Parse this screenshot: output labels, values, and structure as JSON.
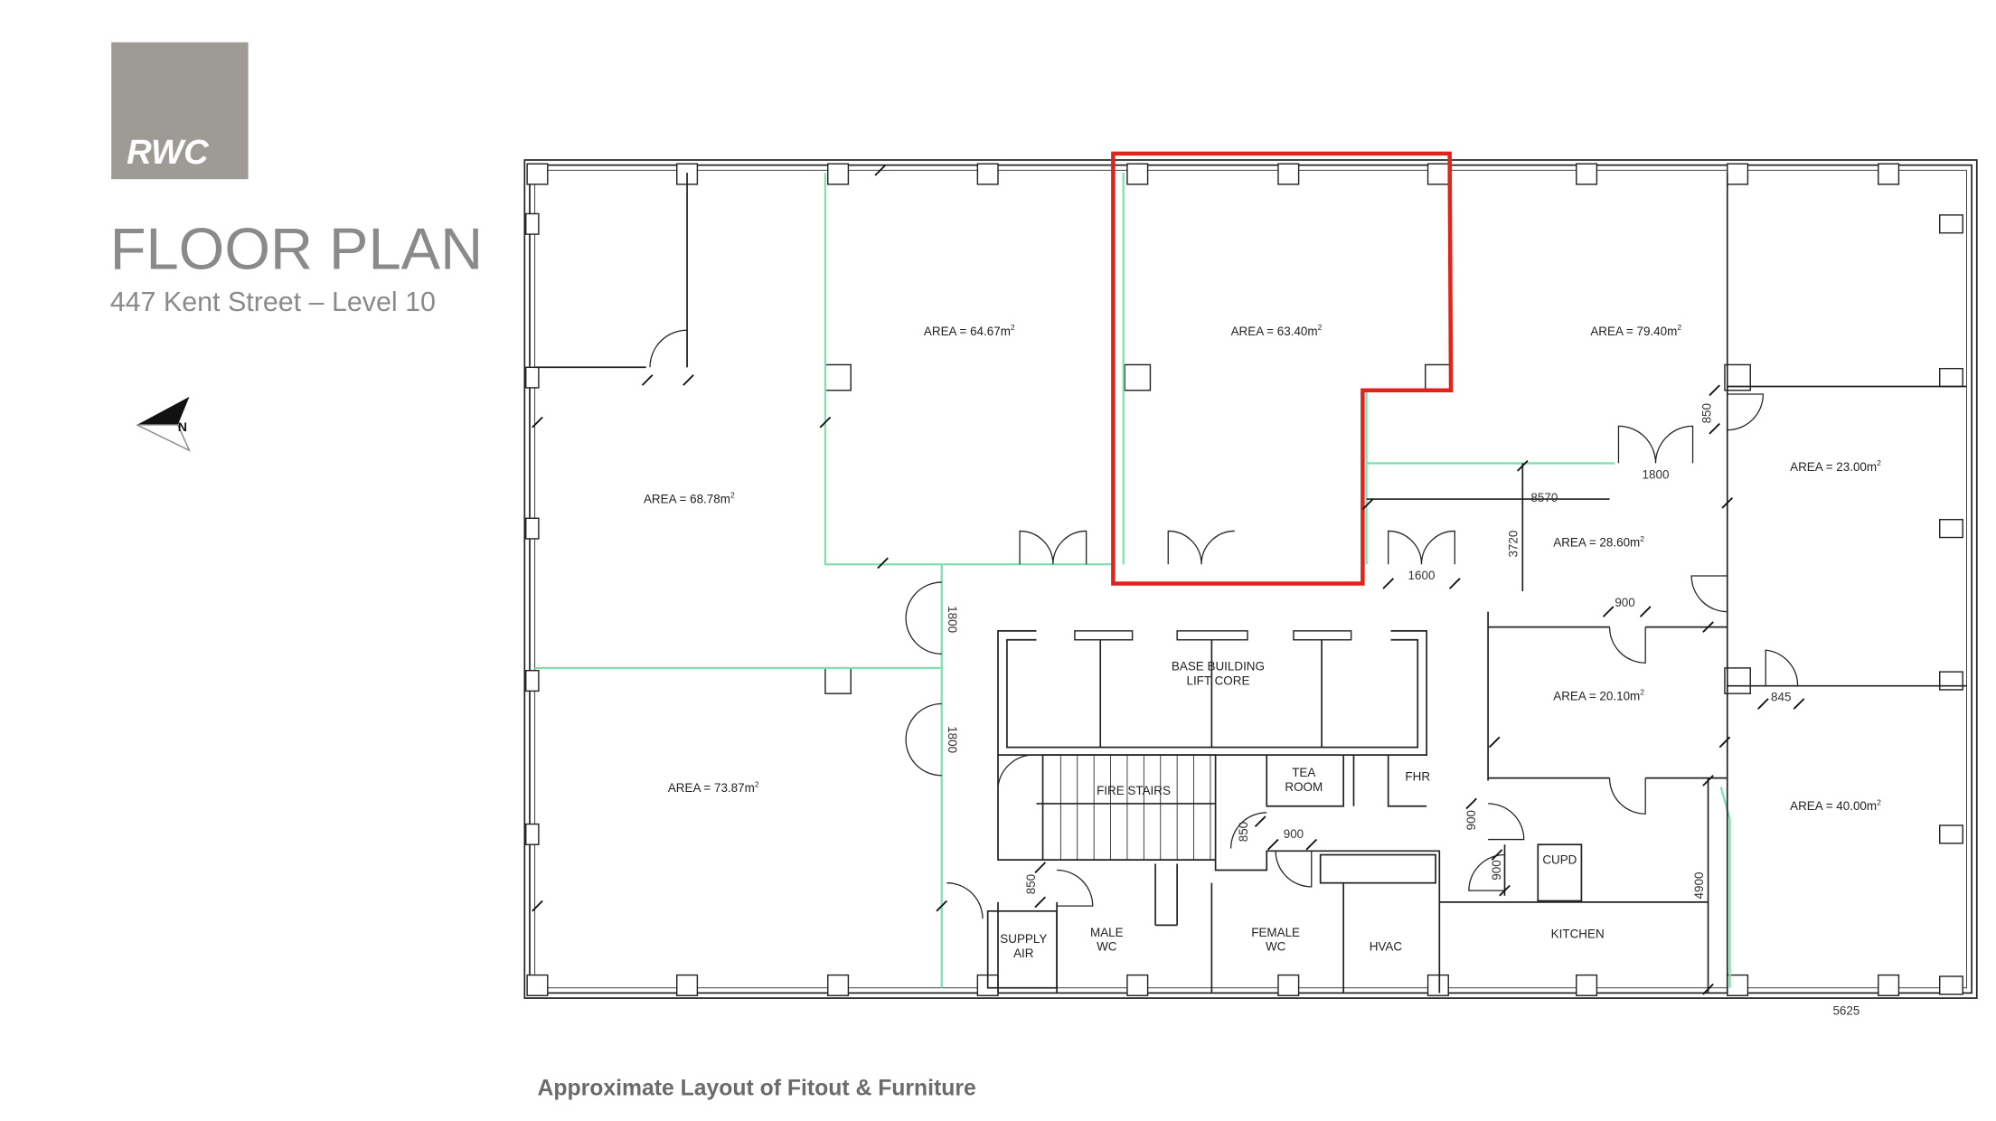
{
  "logo": {
    "text": "RWC",
    "color": "#9e9b97"
  },
  "header": {
    "title": "FLOOR PLAN",
    "subtitle": "447 Kent Street – Level 10"
  },
  "north_arrow": {
    "label": "N"
  },
  "colors": {
    "highlight": "#e0241b",
    "partition": "#7fe0b0",
    "title": "#8a8a8a"
  },
  "rooms": {
    "r1": "AREA = 64.67m",
    "r2": "AREA = 63.40m",
    "r3": "AREA = 79.40m",
    "r4": "AREA = 68.78m",
    "r5": "AREA = 73.87m",
    "r6": "AREA = 23.00m",
    "r7": "AREA = 28.60m",
    "r8": "AREA = 20.10m",
    "r9": "AREA = 40.00m",
    "sup": "2"
  },
  "core": {
    "lift1": "BASE BUILDING",
    "lift2": "LIFT CORE",
    "stairs": "FIRE STAIRS",
    "tea1": "TEA",
    "tea2": "ROOM",
    "fhr": "FHR",
    "supply1": "SUPPLY",
    "supply2": "AIR",
    "male1": "MALE",
    "male2": "WC",
    "female1": "FEMALE",
    "female2": "WC",
    "hvac": "HVAC",
    "kitchen": "KITCHEN",
    "cupd": "CUPD"
  },
  "dimensions": {
    "d850a": "850",
    "d1800a": "1800",
    "d8570": "8570",
    "d3720": "3720",
    "d1600": "1600",
    "d900a": "900",
    "d845": "845",
    "d900b": "900",
    "d850b": "850",
    "d900c": "900",
    "d900d": "900",
    "d850c": "850",
    "d4900": "4900",
    "d5625": "5625",
    "d1800b": "1800",
    "d1800c": "1800"
  },
  "caption": "Approximate Layout of Fitout & Furniture"
}
